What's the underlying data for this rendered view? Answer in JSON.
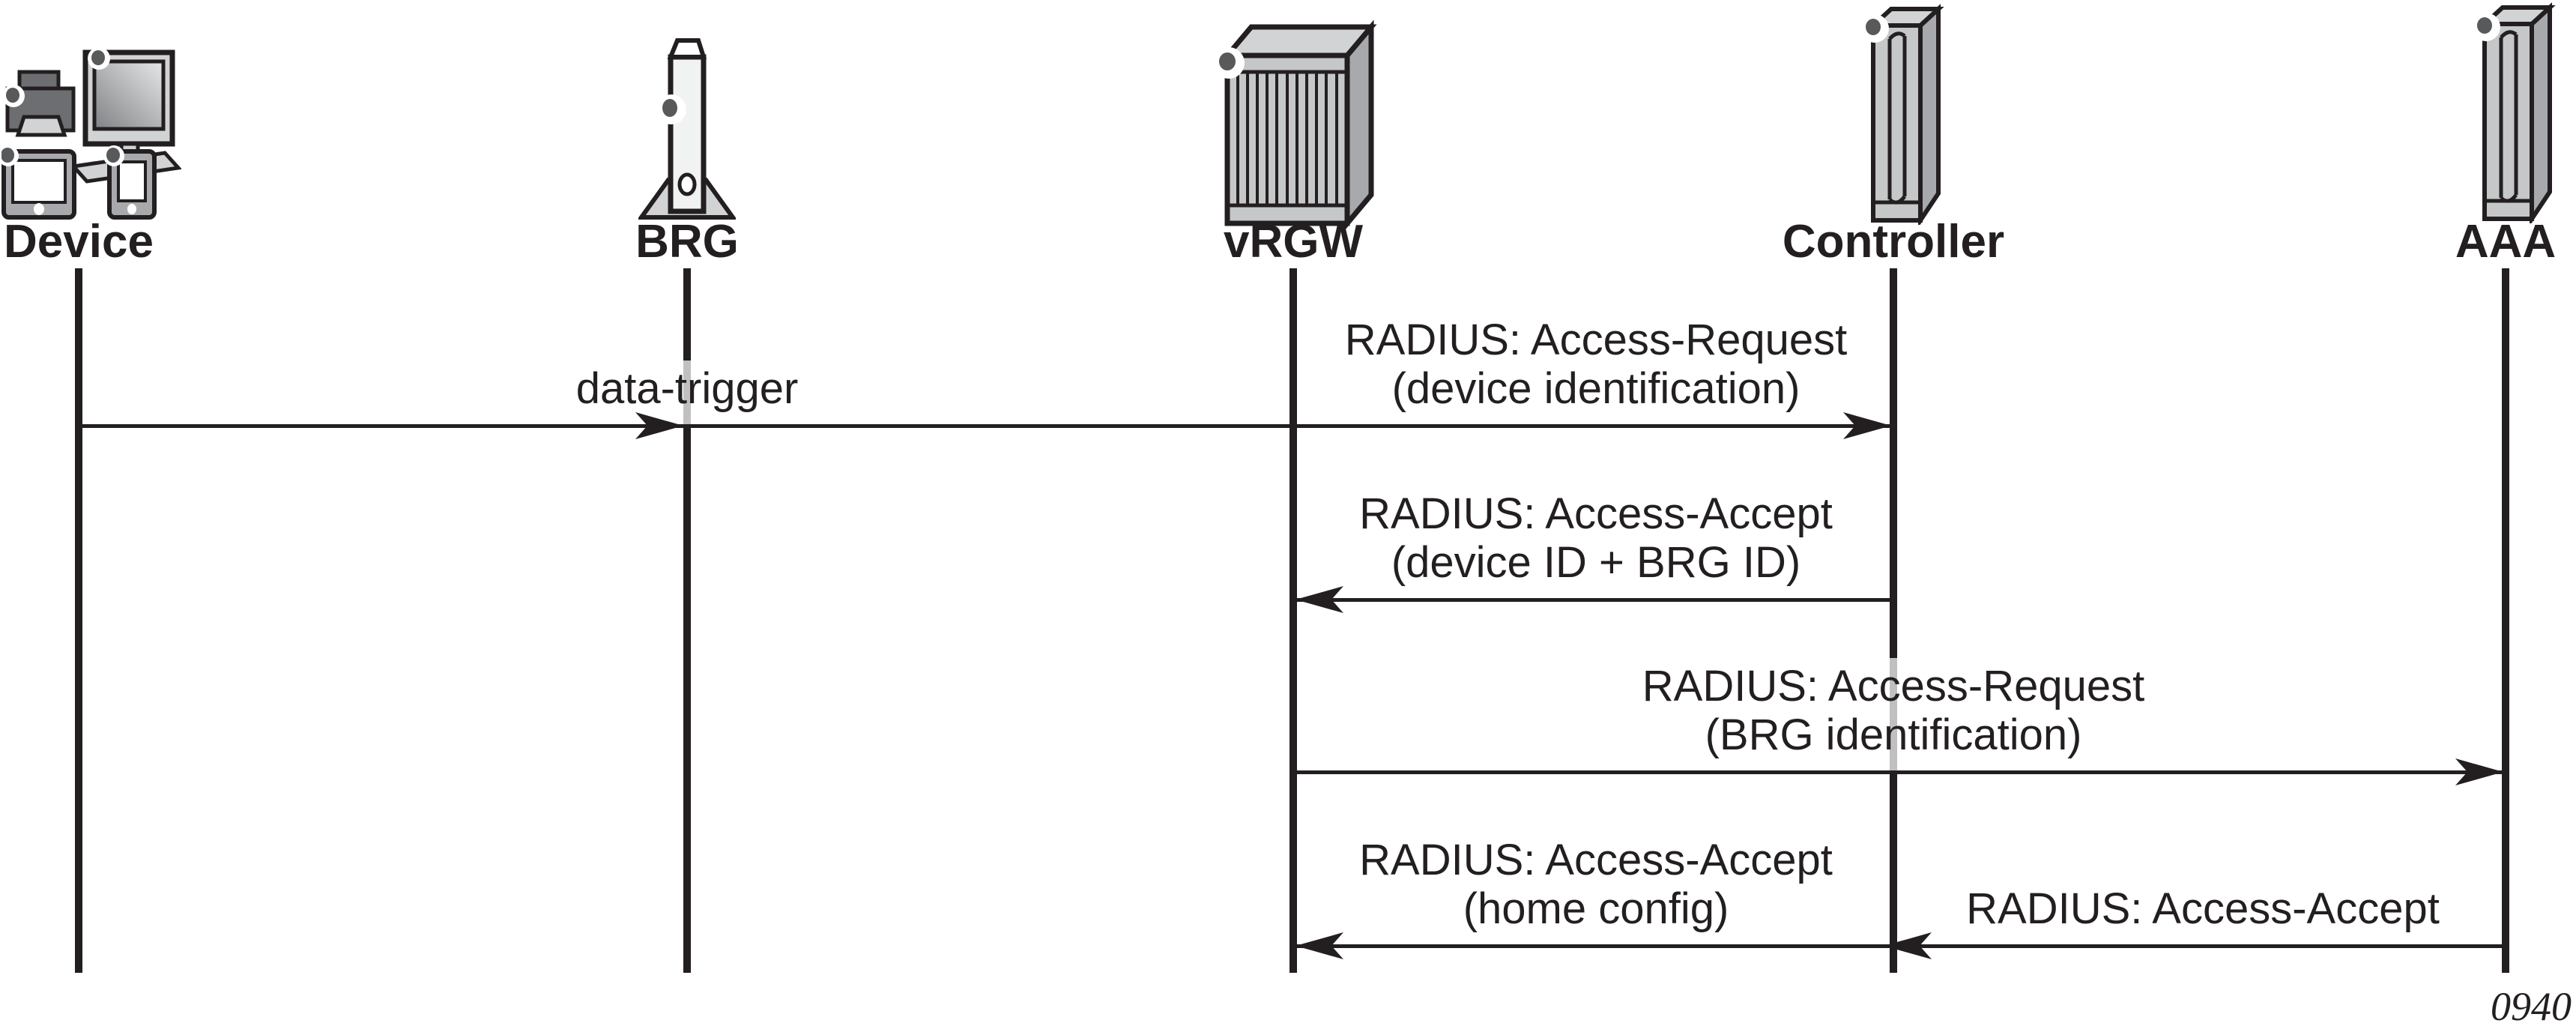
{
  "diagram": {
    "type": "sequence-diagram",
    "figure_number": "0940",
    "colors": {
      "line_black": "#231f20",
      "icon_front_gray": "#c6c7c9",
      "icon_top_gray": "#d1d3d4",
      "icon_side_gray": "#a7a9ac",
      "icon_dark_gray": "#6d6e71",
      "icon_light_gray": "#f1f2f2",
      "dot_gray": "#58595b",
      "label_box": "rgba(255,255,255,0.72)"
    },
    "actors": [
      {
        "name": "Device",
        "icon": "multi-device-icon"
      },
      {
        "name": "BRG",
        "icon": "residential-gateway-icon"
      },
      {
        "name": "vRGW",
        "icon": "chassis-icon"
      },
      {
        "name": "Controller",
        "icon": "server-tower-icon"
      },
      {
        "name": "AAA",
        "icon": "server-tower-icon"
      }
    ],
    "messages": [
      {
        "line1": "data-trigger",
        "from": "Device",
        "to": "vRGW",
        "arrowhead_at": "BRG",
        "direction": "right"
      },
      {
        "line1": "RADIUS: Access-Request",
        "line2": "(device identification)",
        "from": "vRGW",
        "to": "Controller",
        "direction": "right"
      },
      {
        "line1": "RADIUS: Access-Accept",
        "line2": "(device ID + BRG ID)",
        "from": "Controller",
        "to": "vRGW",
        "direction": "left"
      },
      {
        "line1": "RADIUS: Access-Request",
        "line2": "(BRG identification)",
        "from": "vRGW",
        "to": "AAA",
        "direction": "right"
      },
      {
        "line1": "RADIUS: Access-Accept",
        "line2": "(home config)",
        "from": "Controller",
        "to": "vRGW",
        "direction": "left"
      },
      {
        "line1": "RADIUS: Access-Accept",
        "from": "AAA",
        "to": "Controller",
        "direction": "left"
      }
    ]
  }
}
